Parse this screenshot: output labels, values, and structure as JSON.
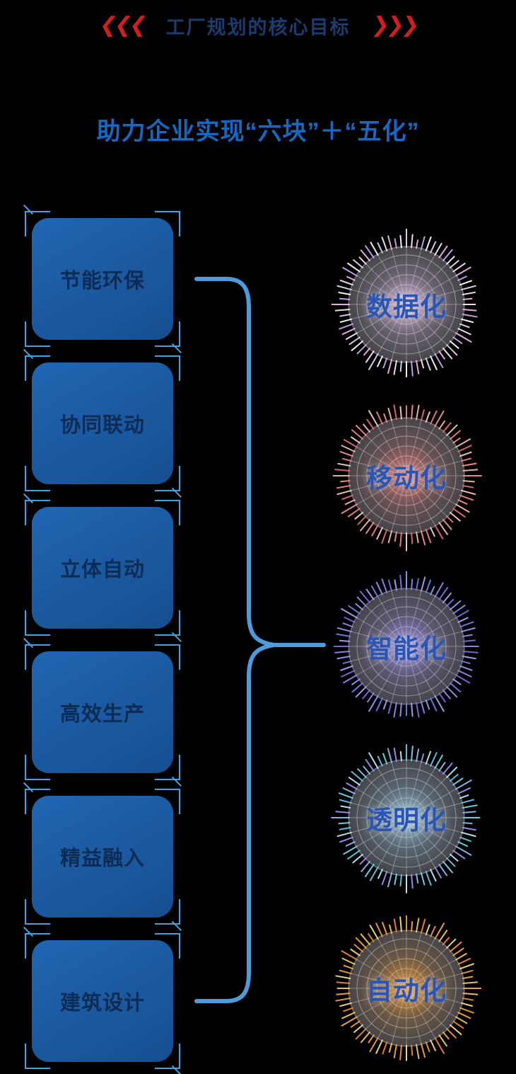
{
  "header": {
    "chevrons_left": "❮❮❮",
    "chevrons_right": "❯❯❯",
    "title": "工厂规划的核心目标"
  },
  "subtitle": "助力企业实现“六块”＋“五化”",
  "boxes": [
    {
      "label": "节能环保"
    },
    {
      "label": "协同联动"
    },
    {
      "label": "立体自动"
    },
    {
      "label": "高效生产"
    },
    {
      "label": "精益融入"
    },
    {
      "label": "建筑设计"
    }
  ],
  "circles": [
    {
      "label": "数据化",
      "glow": "#eac4ee",
      "mesh": "#d8d4de",
      "spike_colors": [
        "#f6e9f8",
        "#efb5ea",
        "#cba6f0",
        "#ffffff",
        "#e8d2f4"
      ]
    },
    {
      "label": "移动化",
      "glow": "#e97a72",
      "mesh": "#d8cfd2",
      "spike_colors": [
        "#f29089",
        "#f6b4aa",
        "#e26b66",
        "#f7cfc4",
        "#ef7f7a"
      ]
    },
    {
      "label": "智能化",
      "glow": "#a694f8",
      "mesh": "#cfccdd",
      "spike_colors": [
        "#9186ee",
        "#7b6ce2",
        "#aca0f4",
        "#6f7ee8",
        "#8f9bf2"
      ]
    },
    {
      "label": "透明化",
      "glow": "#9fd4ee",
      "mesh": "#ccd6de",
      "spike_colors": [
        "#6ed7ee",
        "#8bb9f1",
        "#a28df1",
        "#b9ecf7",
        "#5fc8e8"
      ]
    },
    {
      "label": "自动化",
      "glow": "#f69b2e",
      "mesh": "#d8cfc0",
      "spike_colors": [
        "#f5a63e",
        "#f8c557",
        "#ee8630",
        "#f9de86",
        "#f29a36"
      ]
    }
  ],
  "colors": {
    "background": "#000000",
    "title": "#1a3c6e",
    "chevron": "#d11f1f",
    "subtitle": "#1668c0",
    "box_fill": "#2066b2",
    "box_fill_dark": "#164e90",
    "box_text": "#0c2c55",
    "bracket": "#42a0e6",
    "brace": "#4f9ad8",
    "circle_label": "#2b55b4"
  }
}
